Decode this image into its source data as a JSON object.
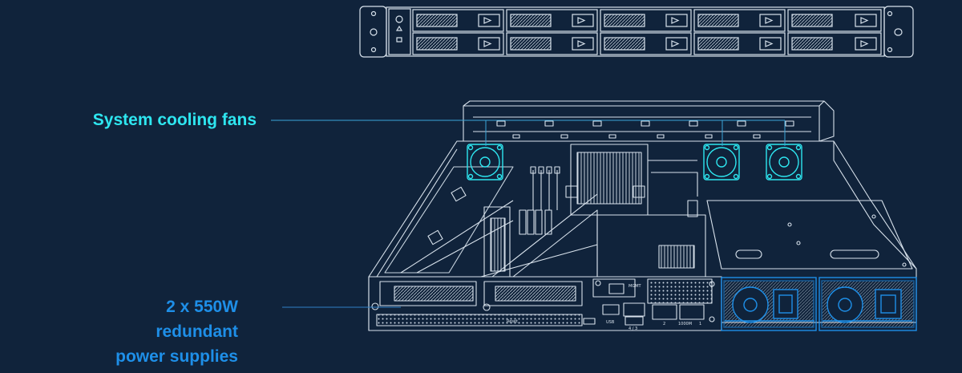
{
  "colors": {
    "background": "#10233b",
    "line_art": "#d8e2ec",
    "fan_accent": "#2ee6f0",
    "psu_accent": "#1e8fe8",
    "leader_fans": "#3aa6d8",
    "leader_psu": "#2f7fc4"
  },
  "callouts": {
    "fans": {
      "text": "System cooling fans"
    },
    "psu": {
      "line1": "2 x 550W",
      "line2": "redundant",
      "line3": "power supplies"
    }
  },
  "server_labels": {
    "usb": "USB",
    "port_group": "4 / 3",
    "port_2": "2",
    "port_1": "1",
    "port_speed": "1000M",
    "mgmt": "MGMT",
    "reset": "Reset"
  }
}
